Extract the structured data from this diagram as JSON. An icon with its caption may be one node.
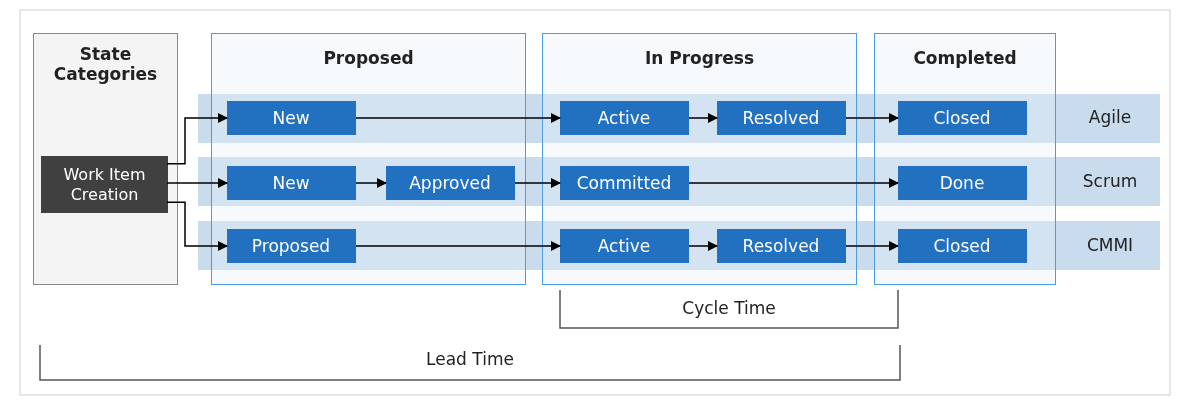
{
  "diagram": {
    "nodes": [
      {
        "text": [
          "State Categories"
        ]
      },
      {
        "text": [
          "Work Item Creation"
        ],
        "in": 0
      },
      {
        "text": [
          "Proposed"
        ]
      },
      {
        "text": [
          "In Progress"
        ]
      },
      {
        "text": [
          "Completed"
        ]
      },
      {
        "text": [
          "New"
        ],
        "in": 2
      },
      {
        "text": [
          "Active"
        ],
        "in": 3
      },
      {
        "text": [
          "Resolved"
        ],
        "in": 3
      },
      {
        "text": [
          "Closed"
        ],
        "in": 4
      },
      {
        "text": [
          "New"
        ],
        "in": 2
      },
      {
        "text": [
          "Approved"
        ],
        "in": 2
      },
      {
        "text": [
          "Committed"
        ],
        "in": 3
      },
      {
        "text": [
          "Done"
        ],
        "in": 4
      },
      {
        "text": [
          "Proposed"
        ],
        "in": 2
      },
      {
        "text": [
          "Active"
        ],
        "in": 3
      },
      {
        "text": [
          "Resolved"
        ],
        "in": 3
      },
      {
        "text": [
          "Closed"
        ],
        "in": 4
      }
    ],
    "edges": [
      {
        "from": 1,
        "to": 5,
        "arrow": "to"
      },
      {
        "from": 1,
        "to": 9,
        "arrow": "to"
      },
      {
        "from": 1,
        "to": 13,
        "arrow": "to"
      },
      {
        "from": 5,
        "to": 6,
        "arrow": "to"
      },
      {
        "from": 6,
        "to": 7,
        "arrow": "to"
      },
      {
        "from": 7,
        "to": 8,
        "arrow": "to"
      },
      {
        "from": 9,
        "to": 10,
        "arrow": "to"
      },
      {
        "from": 10,
        "to": 11,
        "arrow": "to"
      },
      {
        "from": 11,
        "to": 12,
        "arrow": "to"
      },
      {
        "from": 13,
        "to": 14,
        "arrow": "to"
      },
      {
        "from": 14,
        "to": 15,
        "arrow": "to"
      },
      {
        "from": 15,
        "to": 16,
        "arrow": "to"
      }
    ],
    "labels": [
      "Agile",
      "Scrum",
      "CMMI",
      "Cycle Time",
      "Lead Time"
    ]
  }
}
